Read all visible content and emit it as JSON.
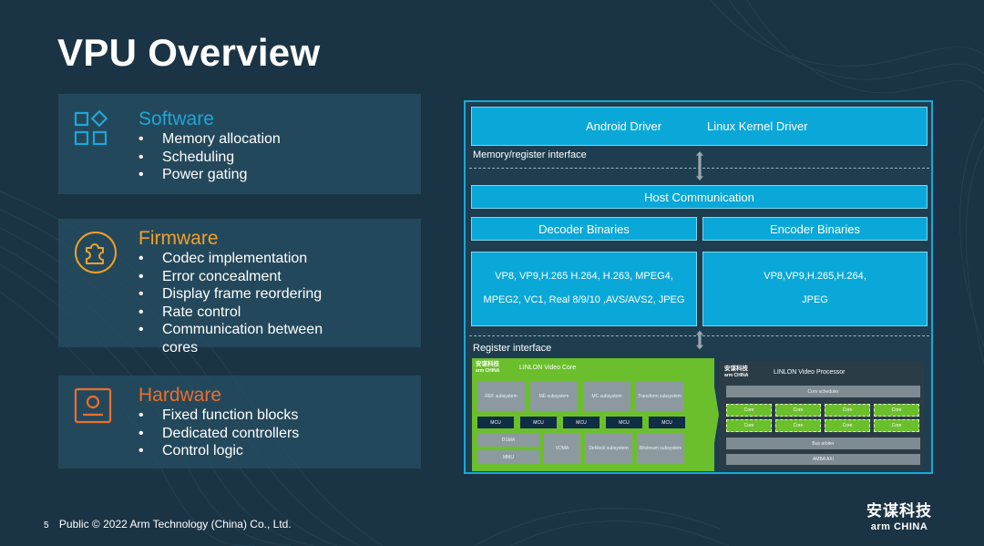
{
  "slide": {
    "title": "VPU Overview",
    "page_number": "5",
    "footer_text": "Public © 2022 Arm Technology (China) Co., Ltd.",
    "brand_cn": "安谋科技",
    "brand_en": "arm CHINA"
  },
  "colors": {
    "background": "#1b3445",
    "accent_blue": "#0aa8d8",
    "software": "#1ea6d8",
    "firmware": "#f0a22a",
    "hardware": "#ea6f2d",
    "core_green": "#6bbf2c"
  },
  "cards": {
    "software": {
      "icon": "apps-grid-icon",
      "heading": "Software",
      "items": [
        "Memory allocation",
        "Scheduling",
        "Power gating"
      ]
    },
    "firmware": {
      "icon": "puzzle-piece-icon",
      "heading": "Firmware",
      "items": [
        "Codec implementation",
        "Error concealment",
        "Display frame reordering",
        "Rate control",
        "Communication between cores"
      ]
    },
    "hardware": {
      "icon": "chip-device-icon",
      "heading": "Hardware",
      "items": [
        "Fixed function blocks",
        "Dedicated controllers",
        "Control logic"
      ]
    }
  },
  "diagram": {
    "drivers": [
      "Android Driver",
      "Linux Kernel Driver"
    ],
    "mem_reg_label": "Memory/register interface",
    "host_comm": "Host Communication",
    "decoder_header": "Decoder Binaries",
    "encoder_header": "Encoder Binaries",
    "decoder_formats": [
      "VP8, VP9,H.265 H.264,  H.263, MPEG4,",
      "MPEG2, VC1, Real 8/9/10 ,AVS/AVS2, JPEG"
    ],
    "encoder_formats": [
      "VP8,VP9,H.265,H.264,",
      "JPEG"
    ],
    "register_label": "Register interface",
    "video_core": {
      "logo_cn": "安谋科技",
      "logo_en": "arm CHINA",
      "title": "LINLON Video Core",
      "subsystems": [
        "REF subsystem",
        "ME subsystem",
        "MC subsystem",
        "Transform subsystem"
      ],
      "mcus": [
        "MCU",
        "MCU",
        "MCU",
        "MCU",
        "MCU"
      ],
      "dsma": "DSMA",
      "mmu": "MMU",
      "vdma": "VDMA",
      "deblock": "Deblock subsystem",
      "bitstream": "Bitstream subsystem"
    },
    "video_processor": {
      "logo_cn": "安谋科技",
      "logo_en": "arm CHINA",
      "title": "LINLON Video Processor",
      "scheduler": "Core scheduler",
      "cores": [
        "Core",
        "Core",
        "Core",
        "Core",
        "Core",
        "Core",
        "Core",
        "Core"
      ],
      "bus_arbiter": "Bus arbiter",
      "amba": "AMBA AXI"
    }
  }
}
